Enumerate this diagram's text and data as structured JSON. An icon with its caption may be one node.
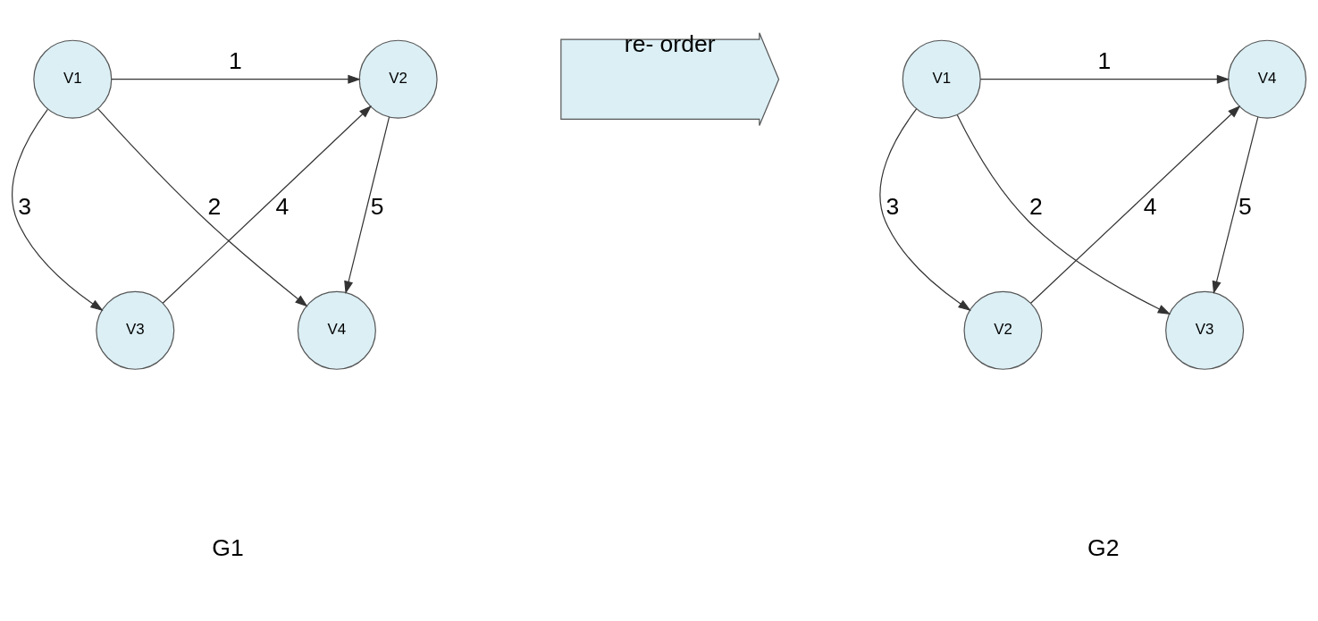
{
  "diagram": {
    "nodes": [
      {
        "text": [
          "V1"
        ]
      },
      {
        "text": [
          "V2"
        ]
      },
      {
        "text": [
          "V3"
        ]
      },
      {
        "text": [
          "V4"
        ]
      },
      {
        "text": [
          "re- order"
        ]
      },
      {
        "text": [
          "V1"
        ]
      },
      {
        "text": [
          "V4"
        ]
      },
      {
        "text": [
          "V2"
        ]
      },
      {
        "text": [
          "V3"
        ]
      }
    ],
    "edges": [
      {
        "from": 0,
        "to": 1,
        "arrow": "to",
        "label": "1"
      },
      {
        "from": 0,
        "to": 3,
        "arrow": "to",
        "label": "2"
      },
      {
        "from": 0,
        "to": 2,
        "arrow": "to",
        "label": "3"
      },
      {
        "from": 2,
        "to": 1,
        "arrow": "to",
        "label": "4"
      },
      {
        "from": 1,
        "to": 3,
        "arrow": "to",
        "label": "5"
      },
      {
        "from": 5,
        "to": 6,
        "arrow": "to",
        "label": "1"
      },
      {
        "from": 5,
        "to": 8,
        "arrow": "to",
        "label": "2"
      },
      {
        "from": 5,
        "to": 7,
        "arrow": "to",
        "label": "3"
      },
      {
        "from": 7,
        "to": 6,
        "arrow": "to",
        "label": "4"
      },
      {
        "from": 6,
        "to": 8,
        "arrow": "to",
        "label": "5"
      }
    ],
    "labels": [
      "G1",
      "G2"
    ]
  }
}
